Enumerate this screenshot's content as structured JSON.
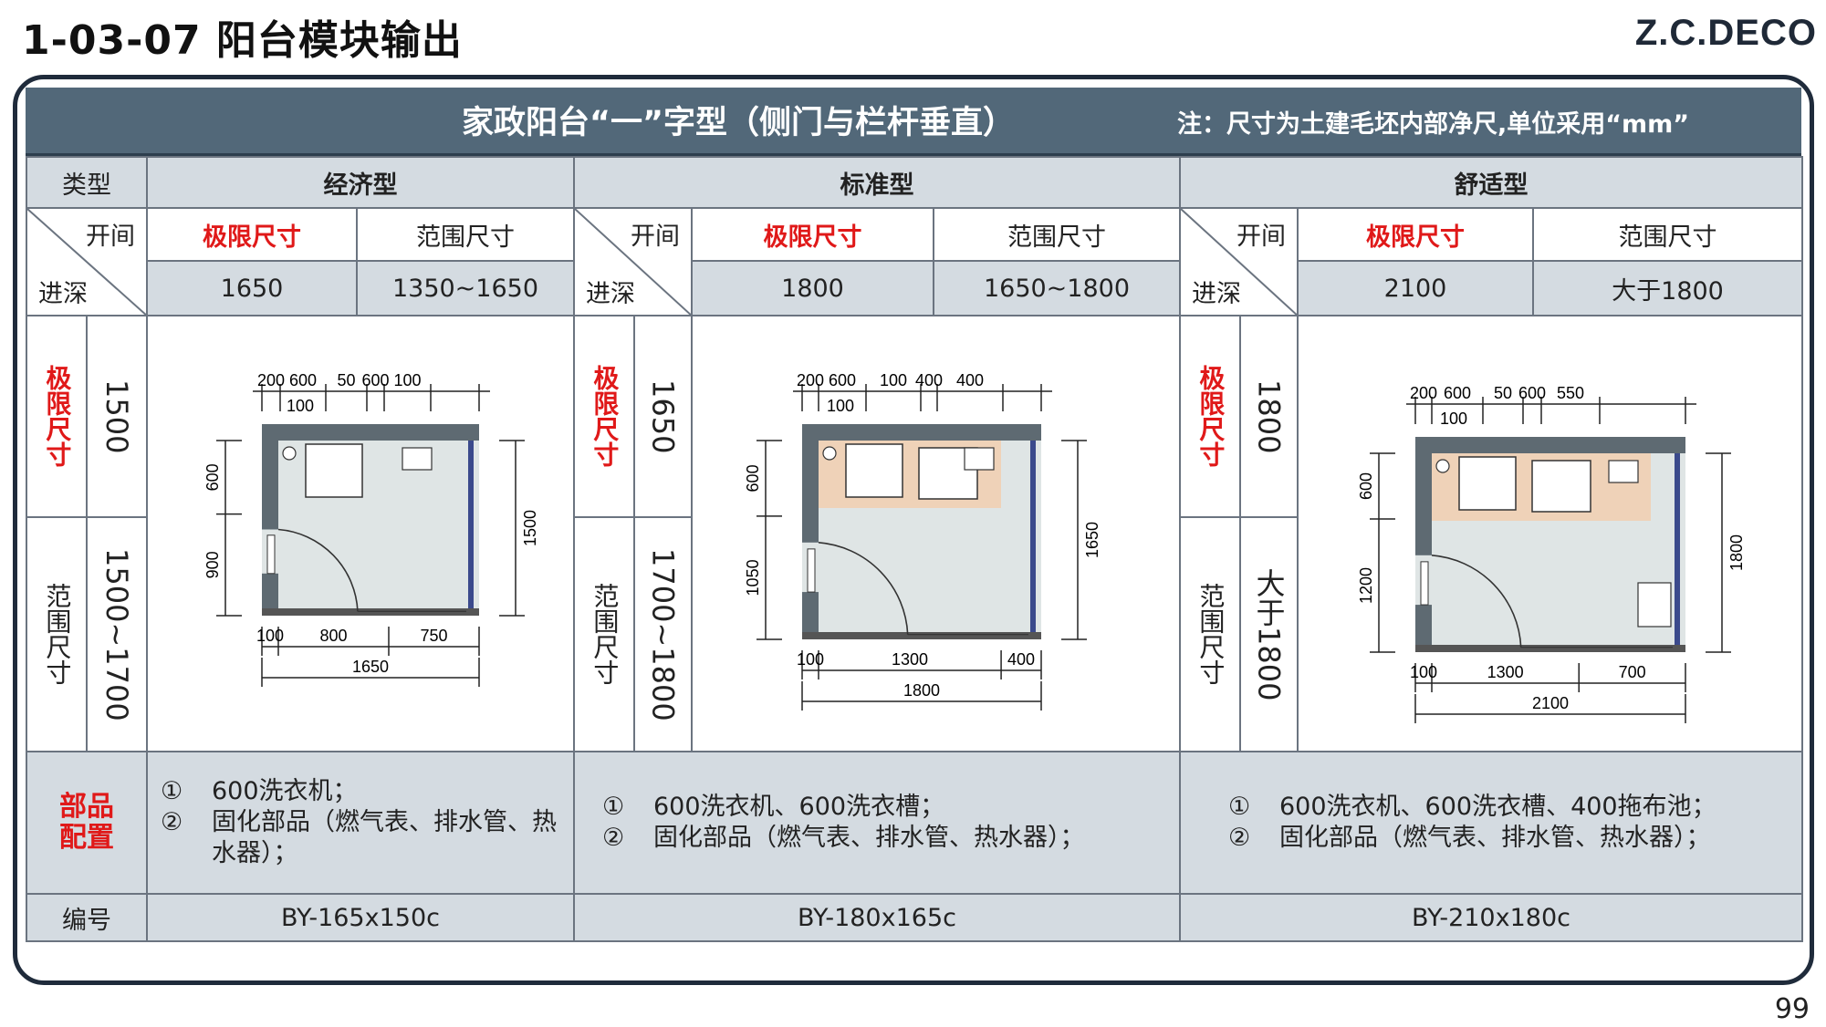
{
  "page": {
    "title": "1-03-07 阳台模块输出",
    "brand": "Z.C.DECO",
    "page_number": "99"
  },
  "header": {
    "title": "家政阳台“一”字型（侧门与栏杆垂直）",
    "note": "注：尺寸为土建毛坯内部净尺,单位采用“mm”"
  },
  "labels": {
    "type": "类型",
    "width": "开间",
    "depth": "进深",
    "limit_size": "极限尺寸",
    "range_size": "范围尺寸",
    "parts": "部品配置",
    "code": "编号"
  },
  "columns": [
    {
      "name": "经济型",
      "width_limit": "1650",
      "width_range": "1350~1650",
      "depth_limit": "1500",
      "depth_range": "1500~1700",
      "parts": [
        "600洗衣机；",
        "固化部品（燃气表、排水管、热水器）；"
      ],
      "code": "BY-165x150c",
      "plan": {
        "top_dims": [
          "200",
          "600",
          "50",
          "600",
          "100"
        ],
        "sub_dim": "100",
        "left_dims": [
          "600",
          "900"
        ],
        "right_dim": "1500",
        "bottom_dims": [
          "100",
          "800",
          "750"
        ],
        "total": "1650"
      }
    },
    {
      "name": "标准型",
      "width_limit": "1800",
      "width_range": "1650~1800",
      "depth_limit": "1650",
      "depth_range": "1700~1800",
      "parts": [
        "600洗衣机、600洗衣槽；",
        "固化部品（燃气表、排水管、热水器）；"
      ],
      "code": "BY-180x165c",
      "plan": {
        "top_dims": [
          "200",
          "600",
          "100",
          "400",
          "400"
        ],
        "sub_dim": "100",
        "left_dims": [
          "600",
          "1050"
        ],
        "right_dim": "1650",
        "bottom_dims": [
          "100",
          "1300",
          "400"
        ],
        "total": "1800"
      }
    },
    {
      "name": "舒适型",
      "width_limit": "2100",
      "width_range": "大于1800",
      "depth_limit": "1800",
      "depth_range": "大于1800",
      "parts": [
        "600洗衣机、600洗衣槽、400拖布池；",
        "固化部品（燃气表、排水管、热水器）；"
      ],
      "code": "BY-210x180c",
      "plan": {
        "top_dims": [
          "200",
          "600",
          "50",
          "600",
          "550"
        ],
        "sub_dim": "100",
        "left_dims": [
          "600",
          "1200"
        ],
        "right_dim": "1800",
        "bottom_dims": [
          "100",
          "1300",
          "700"
        ],
        "total": "2100"
      }
    }
  ],
  "markers": [
    "①",
    "②"
  ],
  "colors": {
    "header_bg": "#526879",
    "cell_gray": "#d4dbe1",
    "accent_red": "#e01919",
    "wall": "#5e6a72",
    "floor": "#dfe5e5",
    "counter": "#efd2b8"
  }
}
